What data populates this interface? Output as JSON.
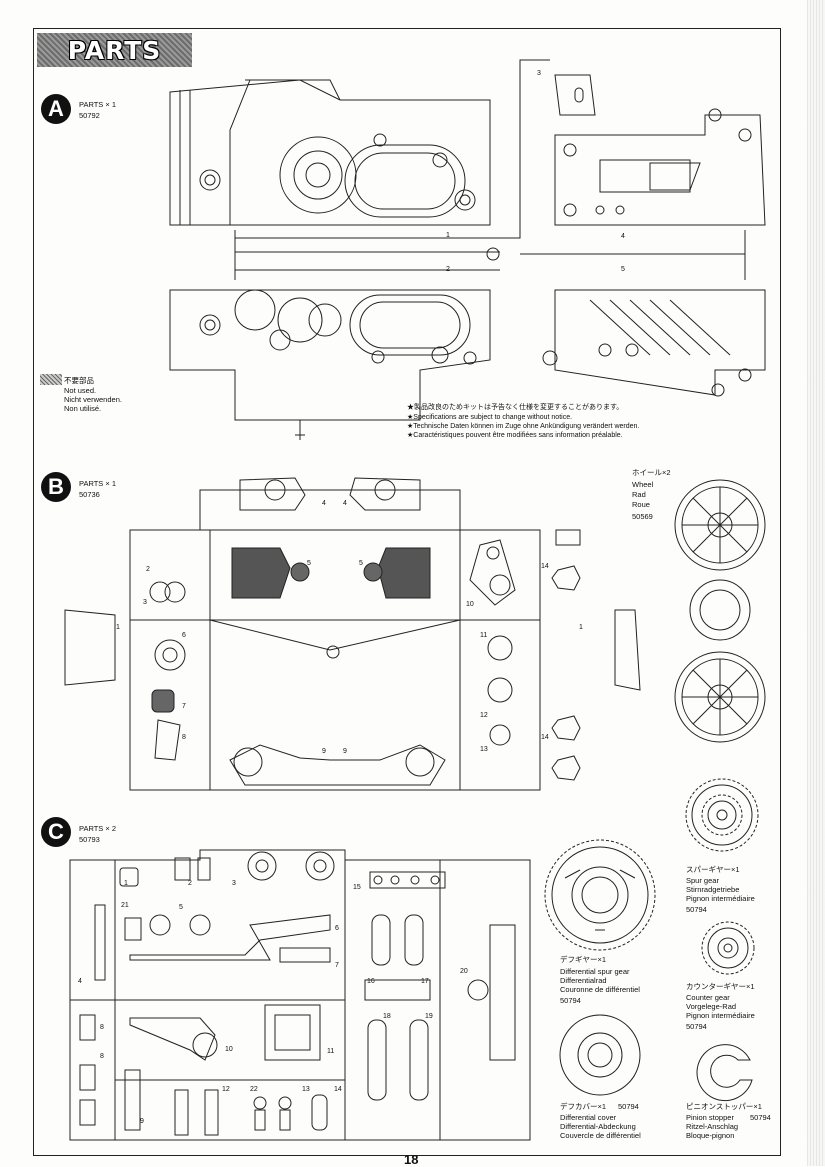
{
  "header": {
    "title": "PARTS"
  },
  "page_number": "18",
  "sectionA": {
    "letter": "A",
    "parts": "PARTS × 1",
    "code": "50792",
    "labels": [
      "1",
      "2",
      "3",
      "4",
      "5"
    ],
    "not_used": [
      "不要部品",
      "Not used.",
      "Nicht verwenden.",
      "Non utilisé."
    ],
    "notice": [
      "★製品改良のためキットは予告なく仕様を変更することがあります。",
      "★Specifications are subject to change without notice.",
      "★Technische Daten können im Zuge ohne Ankündigung verändert werden.",
      "★Caractéristiques pouvent être modifiées sans information préalable."
    ]
  },
  "sectionB": {
    "letter": "B",
    "parts": "PARTS × 1",
    "code": "50736",
    "labels": [
      "1",
      "1",
      "2",
      "3",
      "4",
      "4",
      "5",
      "5",
      "6",
      "7",
      "8",
      "9",
      "9",
      "10",
      "11",
      "12",
      "13",
      "14",
      "14"
    ],
    "wheel": [
      "ホイール×2",
      "Wheel",
      "Rad",
      "Roue",
      "50569"
    ]
  },
  "sectionC": {
    "letter": "C",
    "parts": "PARTS × 2",
    "code": "50793",
    "labels": [
      "1",
      "2",
      "3",
      "4",
      "5",
      "6",
      "7",
      "8",
      "8",
      "9",
      "10",
      "11",
      "12",
      "13",
      "14",
      "15",
      "16",
      "17",
      "18",
      "19",
      "20",
      "21",
      "22"
    ],
    "spur": [
      "スパーギヤー×1",
      "Spur gear",
      "Stirnradgetriebe",
      "Pignon intermédiaire",
      "50794"
    ],
    "diff_gear": [
      "デフギヤー×1",
      "Differential spur gear",
      "Differentialrad",
      "Couronne de différentiel",
      "50794"
    ],
    "counter": [
      "カウンターギヤー×1",
      "Counter gear",
      "Vorgelege-Rad",
      "Pignon intermédiaire",
      "50794"
    ],
    "diff_cover": [
      "デフカバー×1",
      "50794",
      "Differential cover",
      "Differential-Abdeckung",
      "Couvercle de différentiel"
    ],
    "pinion": [
      "ピニオンストッパー×1",
      "Pinion stopper",
      "50794",
      "Ritzel-Anschlag",
      "Bloque-pignon"
    ]
  }
}
